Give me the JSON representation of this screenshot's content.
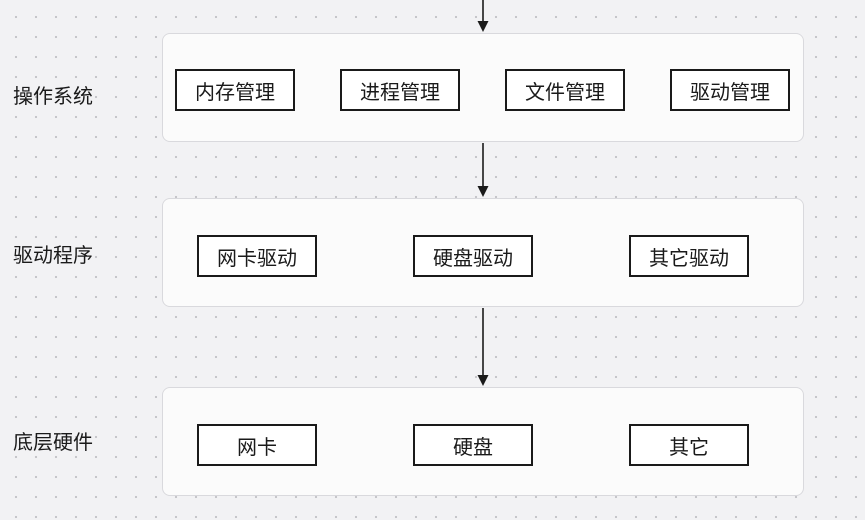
{
  "layers": [
    {
      "label": "操作系统",
      "items": [
        "内存管理",
        "进程管理",
        "文件管理",
        "驱动管理"
      ]
    },
    {
      "label": "驱动程序",
      "items": [
        "网卡驱动",
        "硬盘驱动",
        "其它驱动"
      ]
    },
    {
      "label": "底层硬件",
      "items": [
        "网卡",
        "硬盘",
        "其它"
      ]
    }
  ],
  "colors": {
    "background": "#f2f2f4",
    "panel": "#fbfbfb",
    "panel_border": "#d9d9dd",
    "node_border": "#1a1a1a",
    "arrow": "#1a1a1a"
  }
}
